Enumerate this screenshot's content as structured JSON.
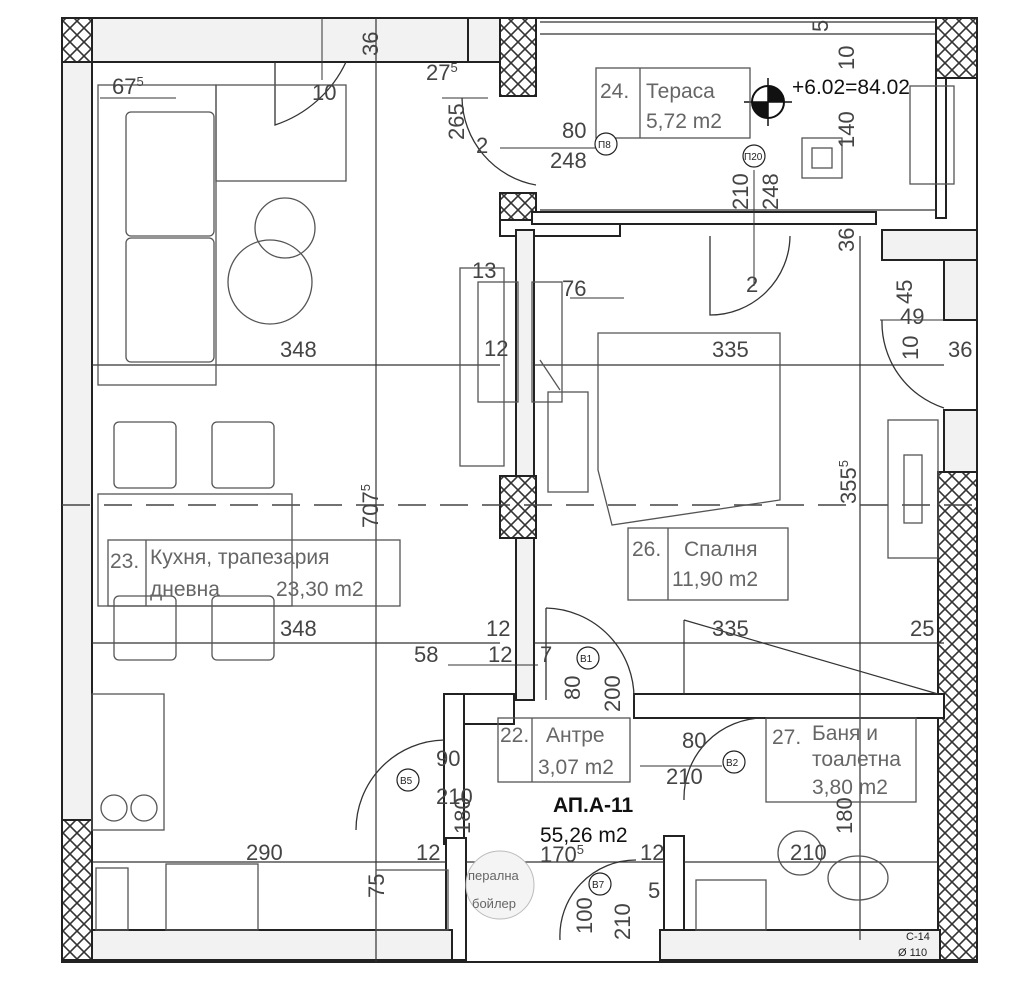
{
  "apartment": {
    "id": "АП.А-11",
    "area": "55,26 m2"
  },
  "level_marker": "+6.02=84.02",
  "rooms": [
    {
      "number": "22.",
      "name": "Антре",
      "area": "3,07 m2"
    },
    {
      "number": "23.",
      "name_line1": "Кухня, трапезария",
      "name_line2": "дневна",
      "area": "23,30 m2"
    },
    {
      "number": "24.",
      "name": "Тераса",
      "area": "5,72 m2"
    },
    {
      "number": "26.",
      "name": "Спалня",
      "area": "11,90 m2"
    },
    {
      "number": "27.",
      "name_line1": "Баня и",
      "name_line2": "тоалетна",
      "area": "3,80 m2"
    }
  ],
  "utility": {
    "line1": "перална",
    "line2": "бойлер"
  },
  "tags": [
    "П8",
    "П20",
    "В1",
    "В2",
    "В5",
    "В7"
  ],
  "pipe": {
    "code": "С-14",
    "size": "Ø 110"
  },
  "dimensions": {
    "d675": "67",
    "d675_sup": "5",
    "d36a": "36",
    "d10a": "10",
    "d275": "27",
    "d275_sup": "5",
    "d265": "265",
    "d80a": "80",
    "d2a": "2",
    "d248a": "248",
    "d5": "5",
    "d10b": "10",
    "d140": "140",
    "d210a": "210",
    "d248b": "248",
    "d36b": "36",
    "d13": "13",
    "d76": "76",
    "d12a": "12",
    "d2b": "2",
    "d45": "45",
    "d49": "49",
    "d10c": "10",
    "d36c": "36",
    "d348a": "348",
    "d335a": "335",
    "d7075": "707",
    "d7075_sup": "5",
    "d3555": "355",
    "d3555_sup": "5",
    "d348b": "348",
    "d12b": "12",
    "d335b": "335",
    "d25": "25",
    "d58": "58",
    "d12c": "12",
    "d7": "7",
    "d80b": "80",
    "d200": "200",
    "d80c": "80",
    "d210b": "210",
    "d90": "90",
    "d210c": "210",
    "d180a": "180",
    "d180b": "180",
    "d210d": "210",
    "d290": "290",
    "d12d": "12",
    "d1705": "170",
    "d1705_sup": "5",
    "d12e": "12",
    "d75": "75",
    "d100": "100",
    "d210e": "210",
    "d5b": "5"
  }
}
